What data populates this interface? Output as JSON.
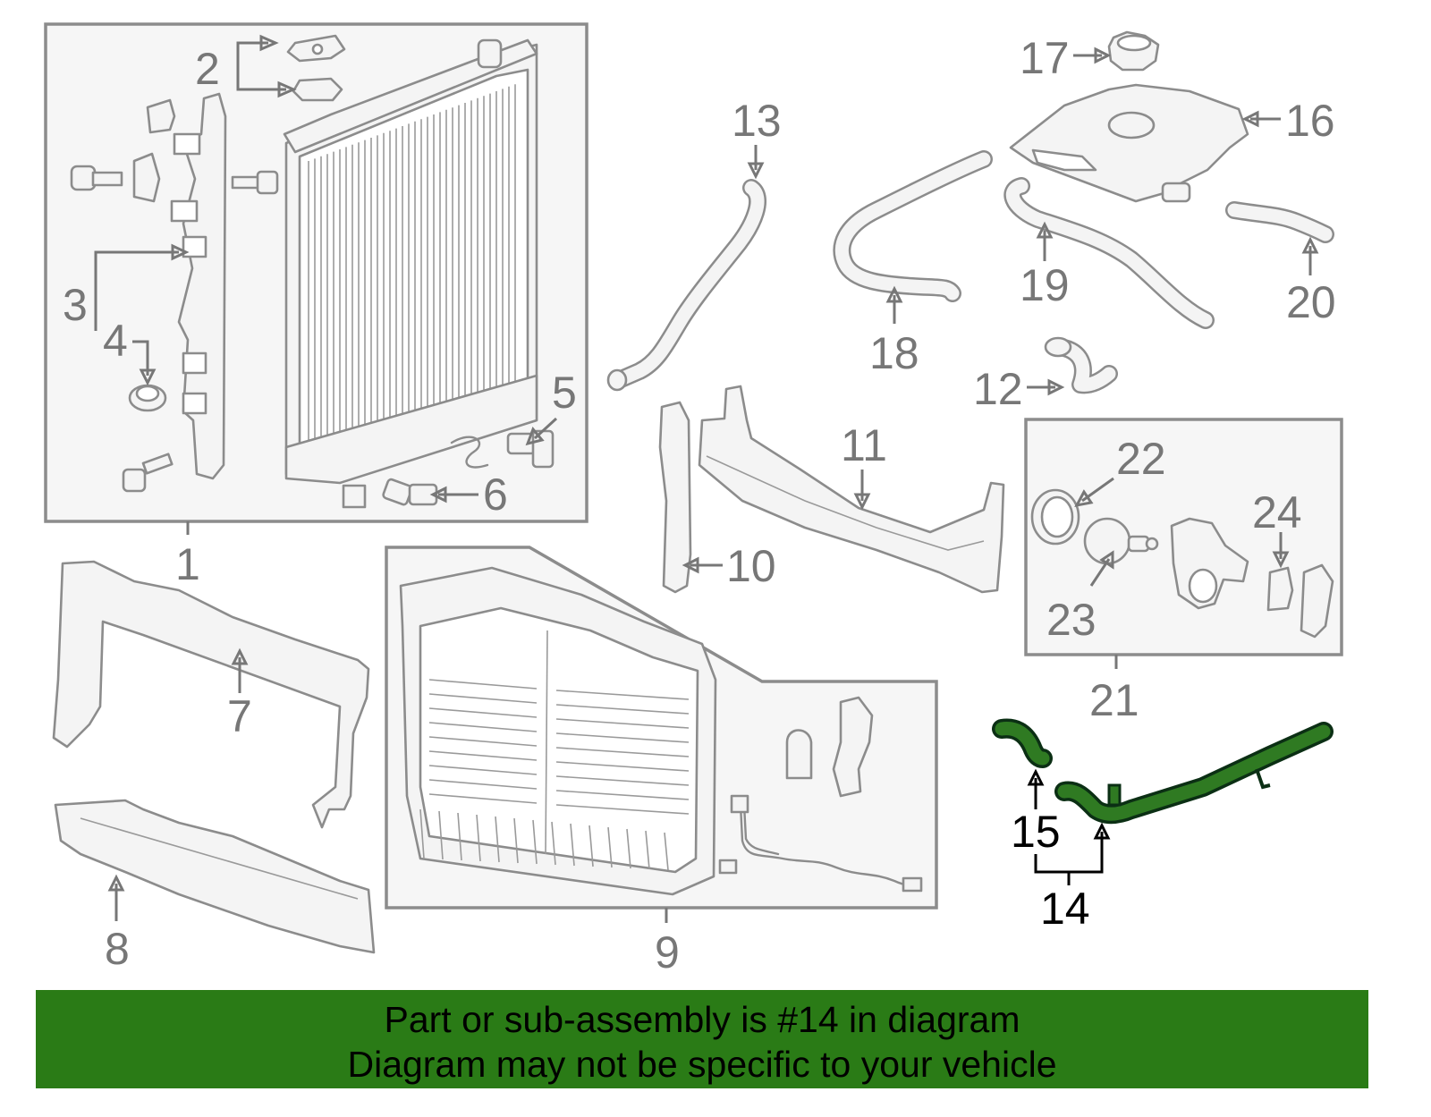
{
  "callouts": {
    "c1": "1",
    "c2": "2",
    "c3": "3",
    "c4": "4",
    "c5": "5",
    "c6": "6",
    "c7": "7",
    "c8": "8",
    "c9": "9",
    "c10": "10",
    "c11": "11",
    "c12": "12",
    "c13": "13",
    "c14": "14",
    "c15": "15",
    "c16": "16",
    "c17": "17",
    "c18": "18",
    "c19": "19",
    "c20": "20",
    "c21": "21",
    "c22": "22",
    "c23": "23",
    "c24": "24"
  },
  "highlight": {
    "parts": [
      "14",
      "15"
    ],
    "color": "#2a7b16"
  },
  "banner": {
    "line1": "Part or sub-assembly is #14 in diagram",
    "line2": "Diagram may not be specific to your vehicle",
    "background": "#2a7b16"
  }
}
